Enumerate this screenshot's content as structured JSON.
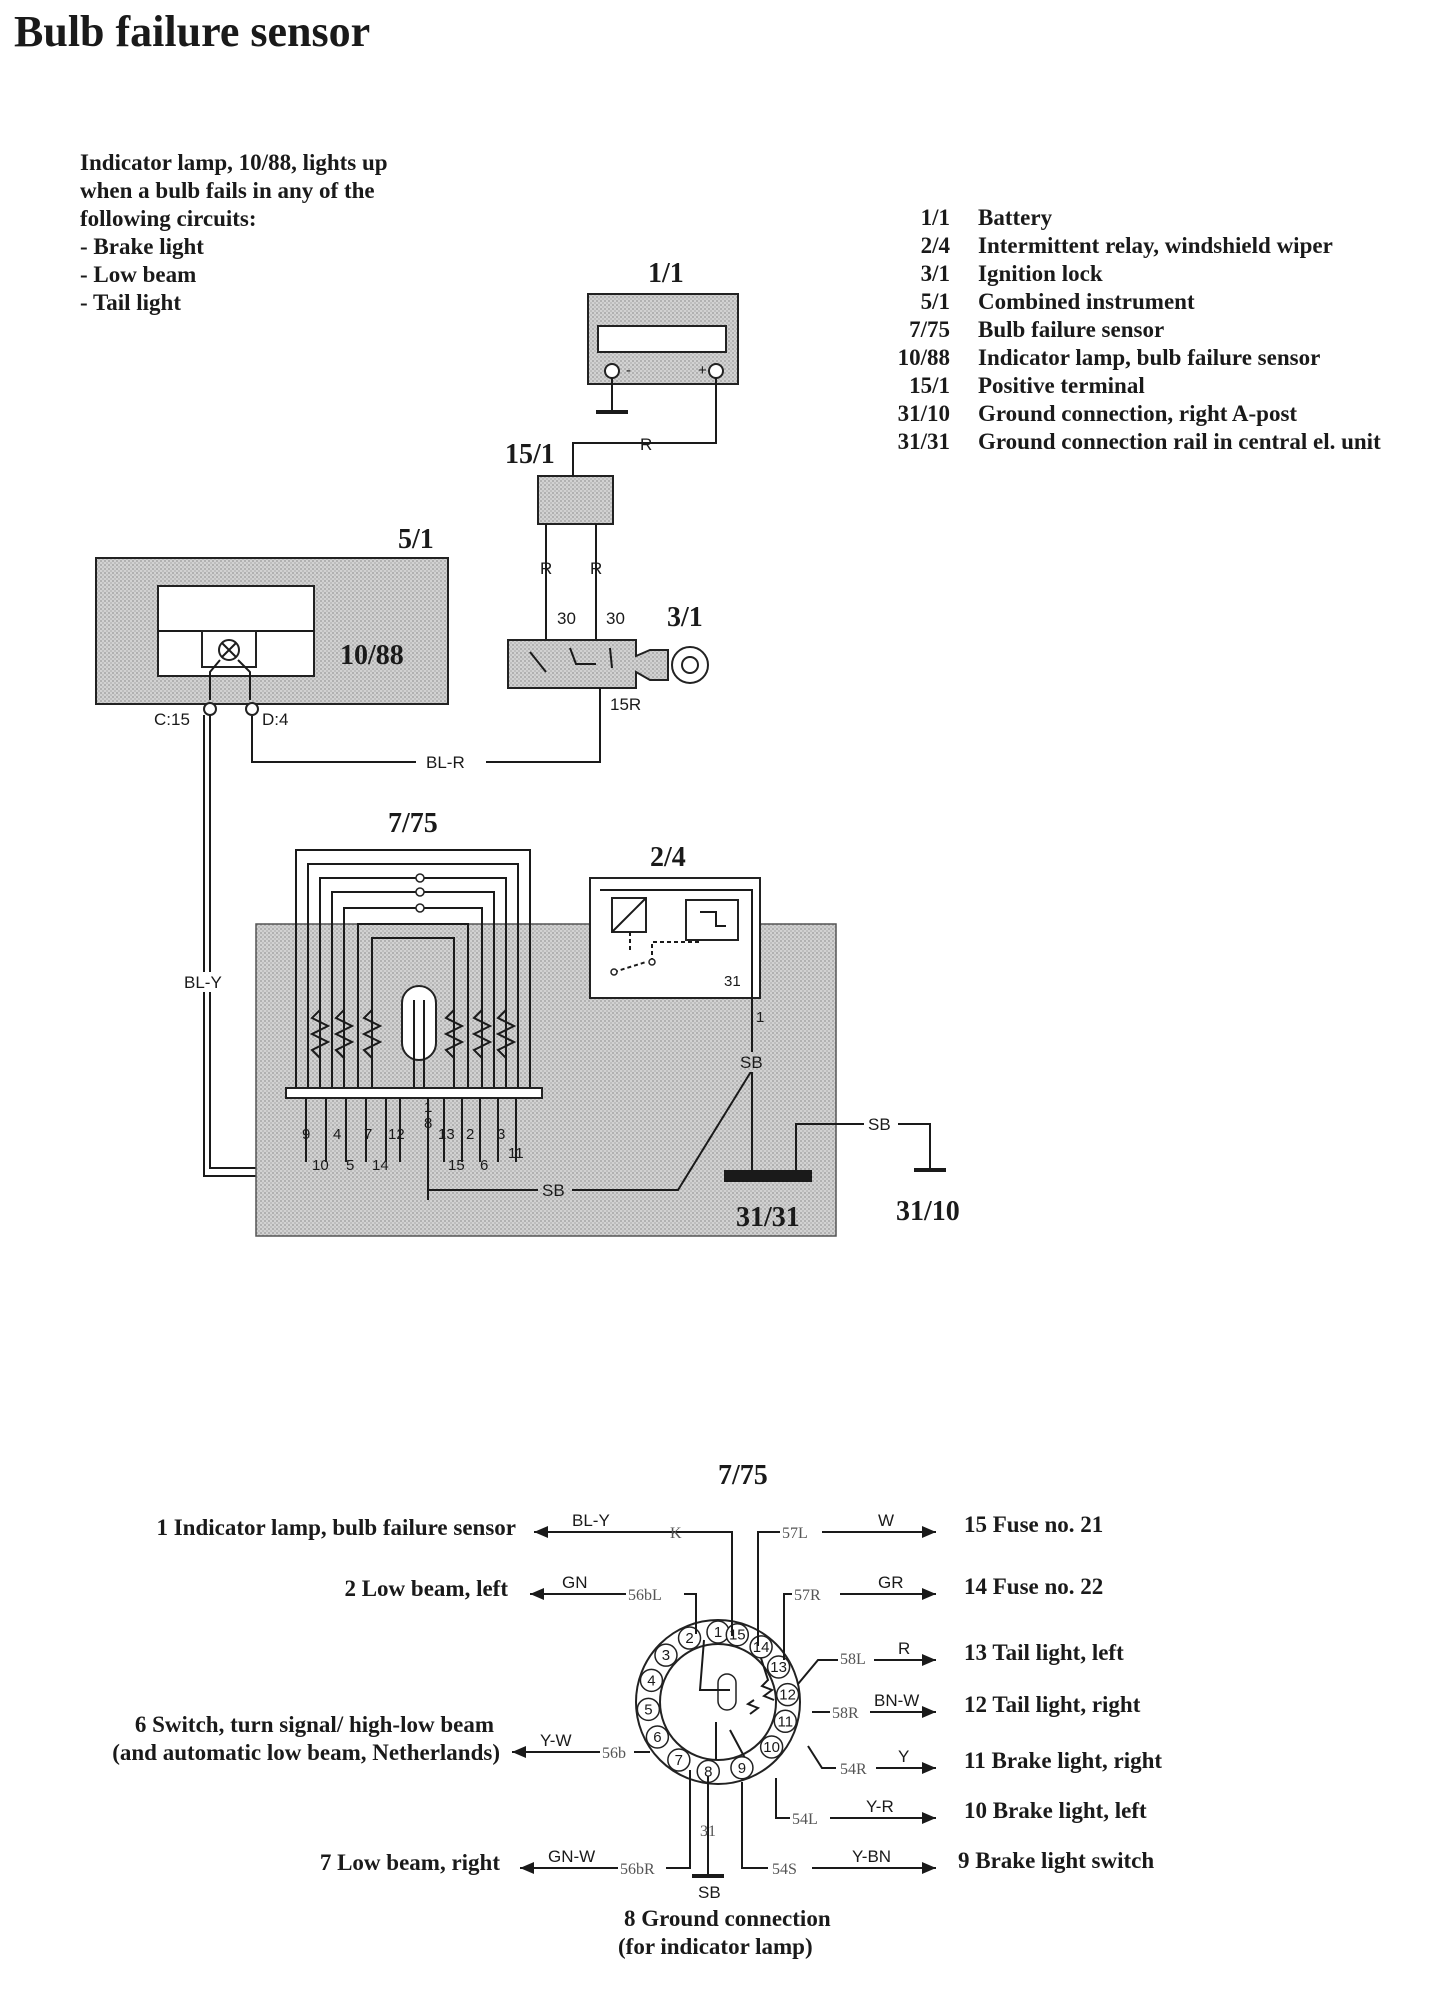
{
  "title": "Bulb failure sensor",
  "intro": {
    "lines": [
      "Indicator lamp, 10/88, lights up",
      "when a bulb fails in any of the",
      "following circuits:"
    ],
    "circuits": [
      "- Brake light",
      "- Low beam",
      "- Tail light"
    ]
  },
  "legend": [
    {
      "code": "1/1",
      "desc": "Battery"
    },
    {
      "code": "2/4",
      "desc": "Intermittent relay, windshield wiper"
    },
    {
      "code": "3/1",
      "desc": "Ignition lock"
    },
    {
      "code": "5/1",
      "desc": "Combined instrument"
    },
    {
      "code": "7/75",
      "desc": "Bulb failure sensor"
    },
    {
      "code": "10/88",
      "desc": "Indicator lamp, bulb failure sensor"
    },
    {
      "code": "15/1",
      "desc": "Positive terminal"
    },
    {
      "code": "31/10",
      "desc": "Ground connection, right A-post"
    },
    {
      "code": "31/31",
      "desc": "Ground connection rail in central el. unit"
    }
  ],
  "components": {
    "c1_1": "1/1",
    "c15_1": "15/1",
    "c5_1": "5/1",
    "c10_88": "10/88",
    "c3_1": "3/1",
    "c7_75": "7/75",
    "c2_4": "2/4",
    "c31_31": "31/31",
    "c31_10": "31/10"
  },
  "battery": {
    "minus": "-",
    "plus": "+"
  },
  "wires": {
    "r": "R",
    "bl_r": "BL-R",
    "bl_y": "BL-Y",
    "sb": "SB",
    "t30a": "30",
    "t30b": "30",
    "t15r": "15R",
    "c15": "C:15",
    "d4": "D:4",
    "t31": "31",
    "t1": "1"
  },
  "sensor_pins_top": [
    "9",
    "4",
    "7",
    "12",
    "1",
    "8",
    "13",
    "2",
    "3"
  ],
  "sensor_pins_bottom": [
    "10",
    "5",
    "14",
    "15",
    "6",
    "11"
  ],
  "connector": {
    "title": "7/75",
    "numbers": [
      "1",
      "2",
      "3",
      "4",
      "5",
      "6",
      "7",
      "8",
      "9",
      "10",
      "11",
      "12",
      "13",
      "14",
      "15"
    ],
    "ground_label": "31",
    "ground_color": "SB",
    "ground_desc": [
      "8  Ground connection",
      "(for indicator lamp)"
    ],
    "left": [
      {
        "desc": "1  Indicator lamp, bulb failure sensor",
        "color": "BL-Y",
        "code": "K"
      },
      {
        "desc": "2  Low beam, left",
        "color": "GN",
        "code": "56bL"
      },
      {
        "desc": "6  Switch, turn signal/ high-low beam",
        "desc2": "(and automatic low beam, Netherlands)",
        "color": "Y-W",
        "code": "56b"
      },
      {
        "desc": "7  Low beam, right",
        "color": "GN-W",
        "code": "56bR"
      }
    ],
    "right": [
      {
        "desc": "15  Fuse no. 21",
        "color": "W",
        "code": "57L"
      },
      {
        "desc": "14  Fuse no. 22",
        "color": "GR",
        "code": "57R"
      },
      {
        "desc": "13  Tail light, left",
        "color": "R",
        "code": "58L"
      },
      {
        "desc": "12  Tail light, right",
        "color": "BN-W",
        "code": "58R"
      },
      {
        "desc": "11  Brake light, right",
        "color": "Y",
        "code": "54R"
      },
      {
        "desc": "10  Brake light, left",
        "color": "Y-R",
        "code": "54L"
      },
      {
        "desc": "9  Brake light switch",
        "color": "Y-BN",
        "code": "54S"
      }
    ]
  }
}
